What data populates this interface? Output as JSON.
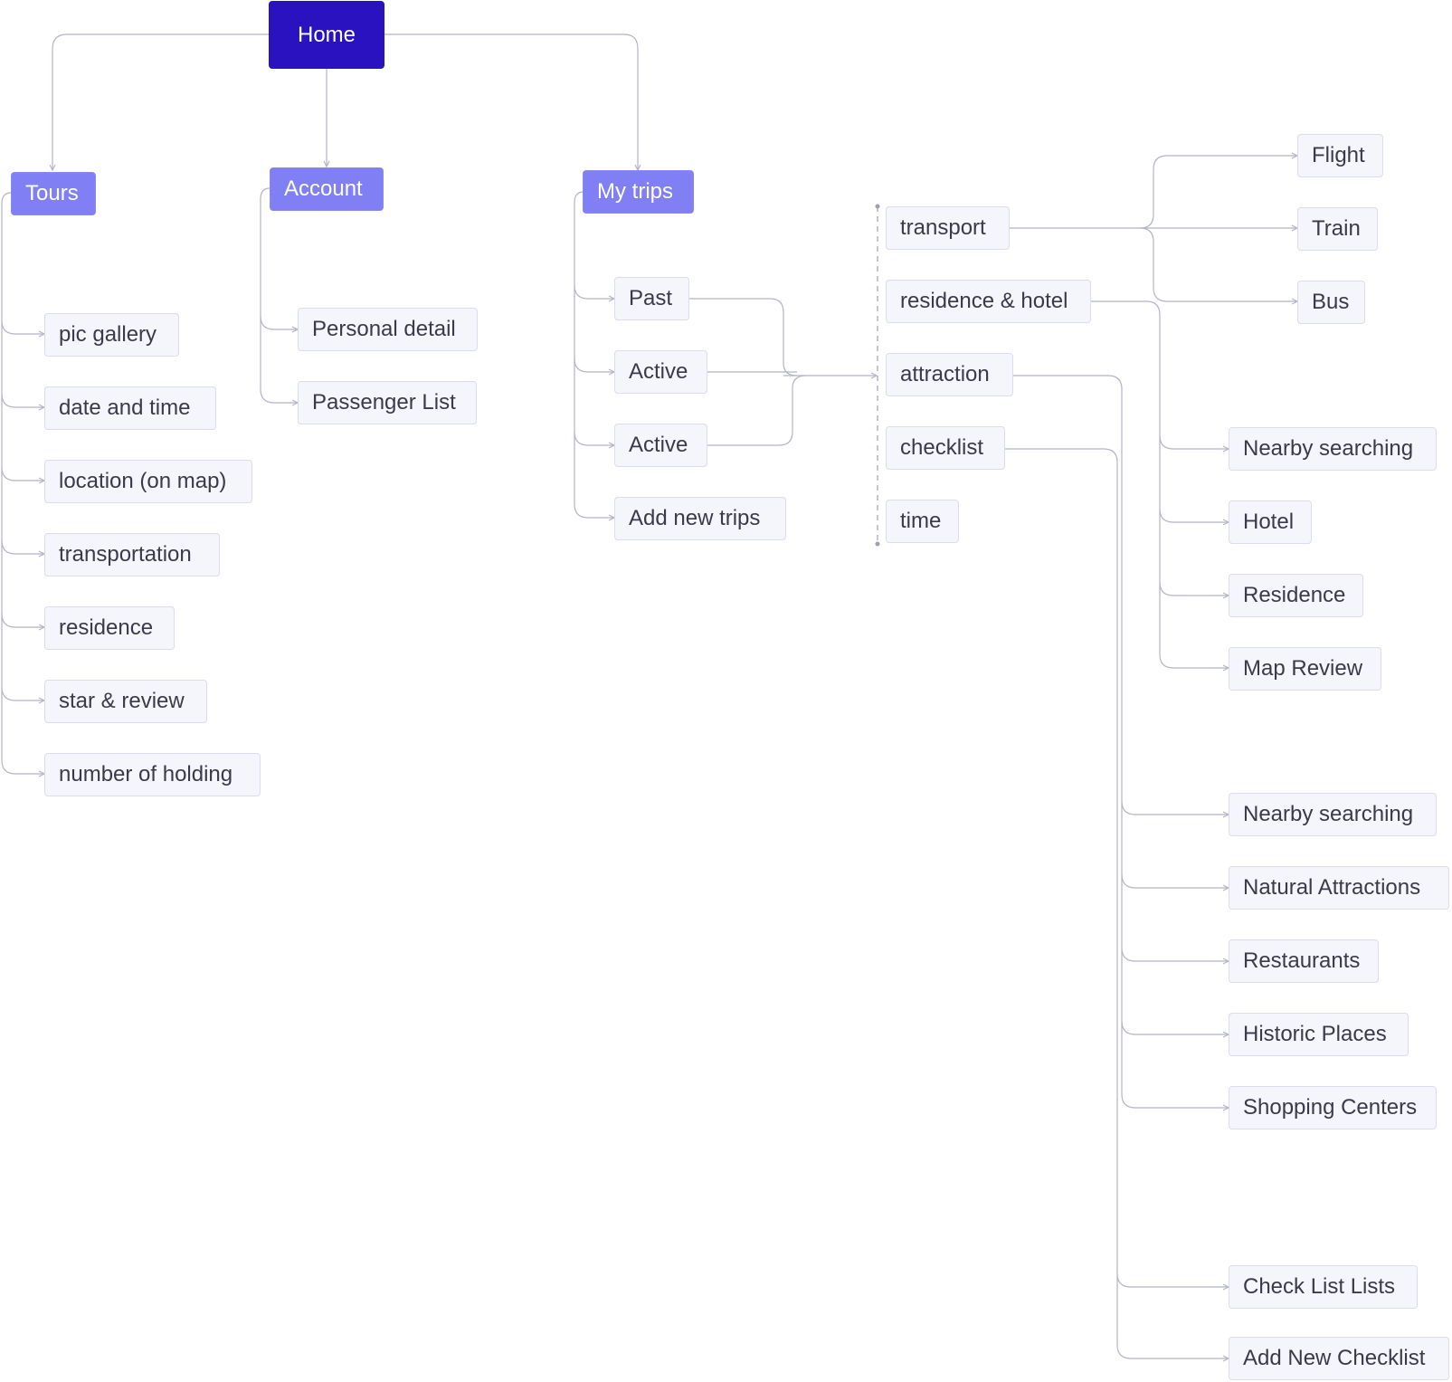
{
  "colors": {
    "root": "#2a12c0",
    "section": "#8080f4",
    "leaf_bg": "#f5f5fc",
    "leaf_border": "#dcdcee",
    "connector": "#b4b4c8"
  },
  "home": "Home",
  "tours": {
    "label": "Tours",
    "items": [
      "pic gallery",
      "date and time",
      "location (on map)",
      "transportation",
      "residence",
      "star & review",
      "number of holding"
    ]
  },
  "account": {
    "label": "Account",
    "items": [
      "Personal detail",
      "Passenger List"
    ]
  },
  "my_trips": {
    "label": "My trips",
    "items": [
      "Past",
      "Active",
      "Active",
      "Add new trips"
    ]
  },
  "trip_details": [
    "transport",
    "residence & hotel",
    "attraction",
    "checklist",
    "time"
  ],
  "transport_options": [
    "Flight",
    "Train",
    "Bus"
  ],
  "residence_options": [
    "Nearby searching",
    "Hotel",
    "Residence",
    "Map Review"
  ],
  "attraction_options": [
    "Nearby searching",
    "Natural Attractions",
    "Restaurants",
    "Historic Places",
    "Shopping Centers"
  ],
  "checklist_options": [
    "Check List Lists",
    "Add New Checklist"
  ]
}
